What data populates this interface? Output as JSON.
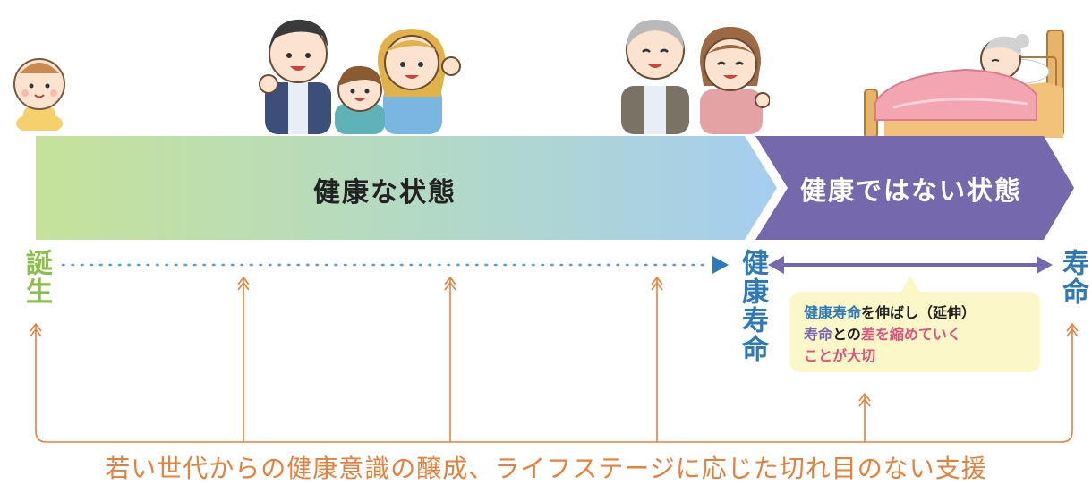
{
  "colors": {
    "healthy_gradient_start": "#c6e29a",
    "healthy_gradient_end": "#a6cdef",
    "unhealthy_purple": "#7668ad",
    "birth_green": "#8cbf4a",
    "life_blue": "#2e7ab9",
    "support_orange": "#e8803a",
    "note_pink": "#e2517d",
    "note_background": "#fbf7c8"
  },
  "banner": {
    "healthy_label": "健康な状態",
    "unhealthy_label": "健康ではない状態"
  },
  "timeline": {
    "birth_label": "誕生",
    "healthy_life_expectancy_label": "健康寿命",
    "life_expectancy_label": "寿命"
  },
  "note": {
    "line1_part1": "健康寿命",
    "line1_part2": "を伸ばし（延伸）",
    "line2_part1": "寿命",
    "line2_part2": "との",
    "line2_part3": "差を縮めていく",
    "line3": "ことが大切"
  },
  "support_caption": "若い世代からの健康意識の醸成、ライフステージに応じた切れ目のない支援",
  "illustrations": [
    "baby-icon",
    "family-icon",
    "elderly-couple-icon",
    "bedridden-person-icon"
  ]
}
